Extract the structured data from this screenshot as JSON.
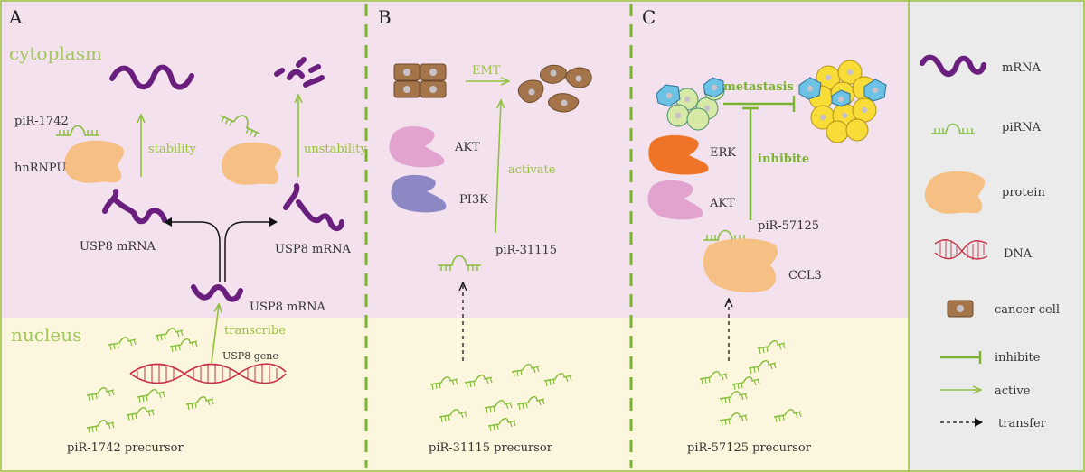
{
  "panels": {
    "a": {
      "letter": "A",
      "cytoplasm": "cytoplasm",
      "nucleus": "nucleus",
      "pirna": "piR-1742",
      "protein": "hnRNPU",
      "stability": "stability",
      "unstability": "unstability",
      "usp8_left": "USP8 mRNA",
      "usp8_right": "USP8 mRNA",
      "usp8_center": "USP8 mRNA",
      "transcribe": "transcribe",
      "gene": "USP8 gene",
      "precursor": "piR-1742 precursor"
    },
    "b": {
      "letter": "B",
      "emt": "EMT",
      "akt": "AKT",
      "pi3k": "PI3K",
      "activate": "activate",
      "pirna": "piR-31115",
      "precursor": "piR-31115 precursor"
    },
    "c": {
      "letter": "C",
      "metastasis": "metastasis",
      "erk": "ERK",
      "akt": "AKT",
      "inhibite": "inhibite",
      "pirna": "piR-57125",
      "ccl3": "CCL3",
      "precursor": "piR-57125 precursor"
    }
  },
  "legend": {
    "items": [
      {
        "icon": "mrna-icon",
        "label": "mRNA"
      },
      {
        "icon": "pirna-icon",
        "label": "piRNA"
      },
      {
        "icon": "protein-icon",
        "label": "protein"
      },
      {
        "icon": "dna-icon",
        "label": "DNA"
      },
      {
        "icon": "cancer-cell-icon",
        "label": "cancer cell"
      },
      {
        "icon": "inhibite-arrow-icon",
        "label": "inhibite"
      },
      {
        "icon": "active-arrow-icon",
        "label": "active"
      },
      {
        "icon": "transfer-arrow-icon",
        "label": "transfer"
      }
    ]
  },
  "colors": {
    "cytoplasm_bg": "#f3e2ee",
    "nucleus_bg": "#fdf6df",
    "legend_bg": "#ebebeb",
    "mrna": "#6a1e7e",
    "pirna": "#86bd3d",
    "protein": "#f6c085",
    "arrow_green": "#92c13f",
    "dna": "#c8304a",
    "akt": "#e2a3cf",
    "pi3k": "#8d87c4",
    "erk": "#ef7427",
    "cancer_cell": "#a4744a",
    "cell_blue": "#6cc2e4",
    "cell_lightgreen": "#d6eaa6",
    "cell_yellow": "#f8dc38"
  }
}
